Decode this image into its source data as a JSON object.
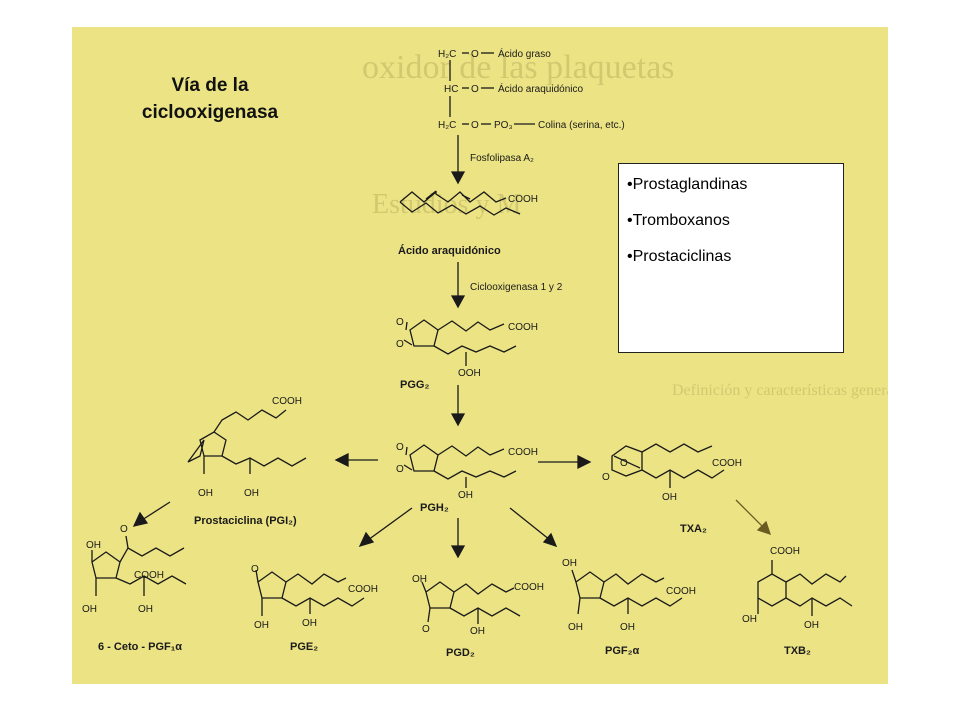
{
  "title_lines": [
    "Vía de la",
    "ciclooxigenasa"
  ],
  "legend": {
    "bullet": "•",
    "items": [
      "Prostaglandinas",
      "Tromboxanos",
      "Prostaciclinas"
    ]
  },
  "phospholipid": {
    "row1": [
      "H₂C",
      "O",
      "Ácido graso"
    ],
    "row2": [
      "HC",
      "O",
      "Ácido araquidónico"
    ],
    "row3": [
      "H₂C",
      "O",
      "PO₃",
      "Colina (serina, etc.)"
    ]
  },
  "enzymes": {
    "phospholipase": "Fosfolipasa A₂",
    "cyclooxygenase": "Ciclooxigenasa 1 y 2"
  },
  "compounds": {
    "arachidonic": "Ácido araquidónico",
    "pgg2": "PGG₂",
    "pgh2": "PGH₂",
    "pgi2": "Prostaciclina (PGI₂)",
    "keto": "6 - Ceto - PGF₁α",
    "pge2": "PGE₂",
    "pgd2": "PGD₂",
    "pgf2a": "PGF₂α",
    "txa2": "TXA₂",
    "txb2": "TXB₂"
  },
  "groups": {
    "cooh": "COOH",
    "oh": "OH",
    "ooh": "OOH",
    "o": "O"
  },
  "colors": {
    "scan_background": "#ece484",
    "ink": "#1a1a1a",
    "txb_arrow": "#6b5b22"
  }
}
